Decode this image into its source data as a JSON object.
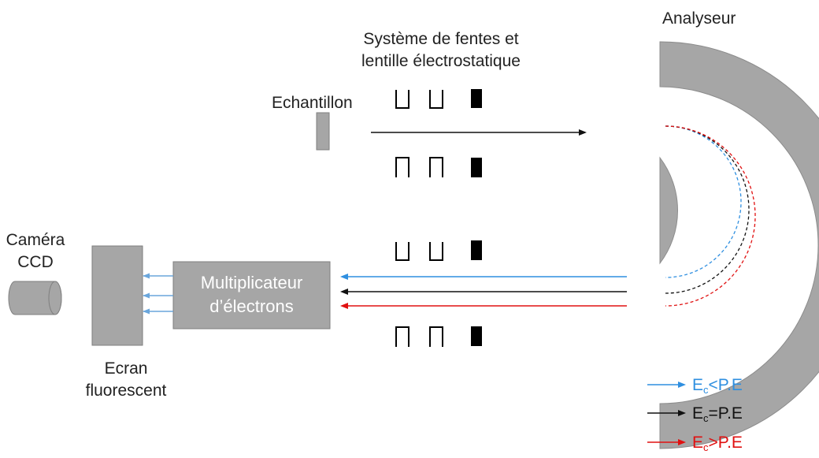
{
  "labels": {
    "slits_line1": "Système de fentes et",
    "slits_line2": "lentille électrostatique",
    "analyser": "Analyseur",
    "sample": "Echantillon",
    "camera_line1": "Caméra",
    "camera_line2": "CCD",
    "screen_line1": "Ecran",
    "screen_line2": "fluorescent",
    "multiplier_line1": "Multiplicateur",
    "multiplier_line2": "d’électrons"
  },
  "legend": [
    {
      "symbol": "E",
      "subscript": "c",
      "relation": "<P.E",
      "color": "#2f8fe0"
    },
    {
      "symbol": "E",
      "subscript": "c",
      "relation": "=P.E",
      "color": "#111111"
    },
    {
      "symbol": "E",
      "subscript": "c",
      "relation": ">P.E",
      "color": "#e01010"
    }
  ],
  "colors": {
    "component_fill": "#a6a6a6",
    "component_stroke": "#7f7f7f",
    "blue": "#2f8fe0",
    "black": "#111111",
    "red": "#e01010"
  }
}
